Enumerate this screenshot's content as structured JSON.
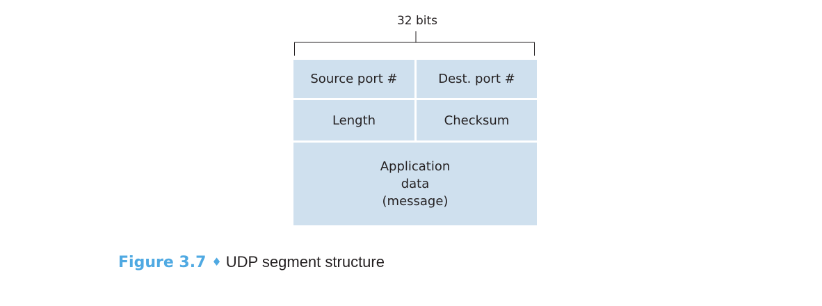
{
  "diagram": {
    "width_label": "32 bits",
    "fields": {
      "source_port": "Source port #",
      "dest_port": "Dest. port #",
      "length": "Length",
      "checksum": "Checksum",
      "payload": "Application\ndata\n(message)"
    }
  },
  "caption": {
    "figure_number": "Figure 3.7",
    "separator": "♦",
    "title": "UDP segment structure"
  },
  "colors": {
    "cell_fill": "#cfe0ee",
    "caption_accent": "#4fa9e2",
    "text": "#231f20",
    "line": "#231f20"
  }
}
